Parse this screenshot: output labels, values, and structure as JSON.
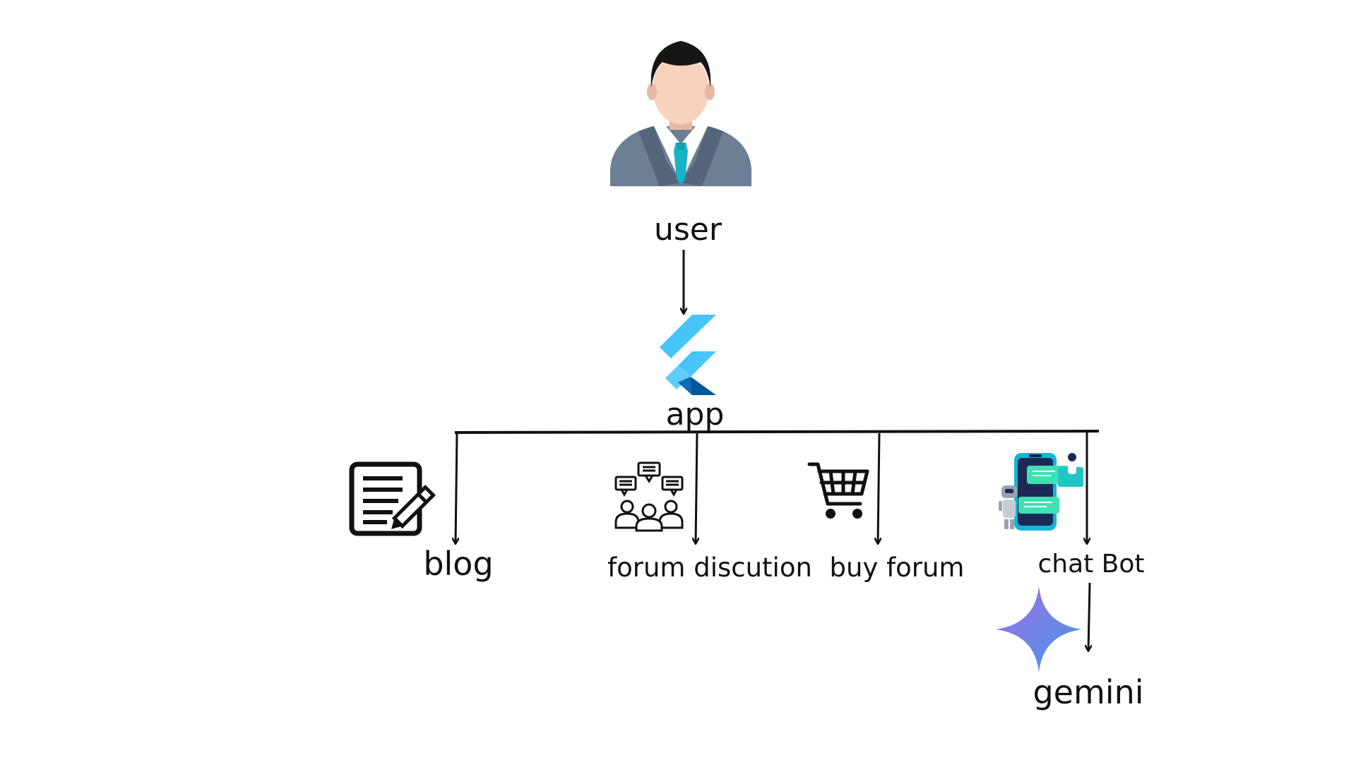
{
  "nodes": {
    "user": {
      "label": "user",
      "icon": "businessman-avatar-icon"
    },
    "app": {
      "label": "app",
      "icon": "flutter-logo-icon"
    },
    "blog": {
      "label": "blog",
      "icon": "document-edit-icon"
    },
    "forum": {
      "label": "forum discution",
      "icon": "group-discussion-icon"
    },
    "buy": {
      "label": "buy forum",
      "icon": "shopping-cart-icon"
    },
    "chat": {
      "label": "chat Bot",
      "icon": "chatbot-phone-icon"
    },
    "gemini": {
      "label": "gemini",
      "icon": "gemini-sparkle-icon"
    }
  },
  "edges": [
    {
      "from": "user",
      "to": "app"
    },
    {
      "from": "app",
      "to": "blog"
    },
    {
      "from": "app",
      "to": "forum discution"
    },
    {
      "from": "app",
      "to": "buy forum"
    },
    {
      "from": "app",
      "to": "chat Bot"
    },
    {
      "from": "chat Bot",
      "to": "gemini"
    }
  ],
  "colors": {
    "line": "#111111",
    "suit": "#6d7f95",
    "tie": "#18b3c6",
    "flutter_light": "#47c5fb",
    "flutter_dark": "#02569b",
    "gemini_start": "#8b6fdc",
    "gemini_end": "#4b8fe8"
  }
}
